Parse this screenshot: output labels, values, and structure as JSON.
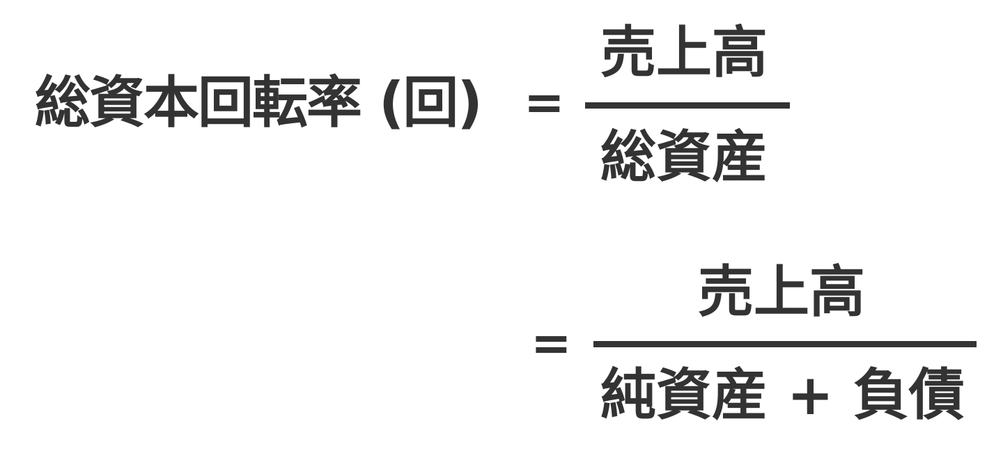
{
  "formula": {
    "lhs": "総資本回転率 (回)",
    "equals": "=",
    "line1": {
      "numerator": "売上高",
      "denominator": "総資産"
    },
    "line2": {
      "numerator": "売上高",
      "denominator": "純資産 + 負債"
    }
  },
  "colors": {
    "text": "#333333",
    "background": "#ffffff"
  }
}
